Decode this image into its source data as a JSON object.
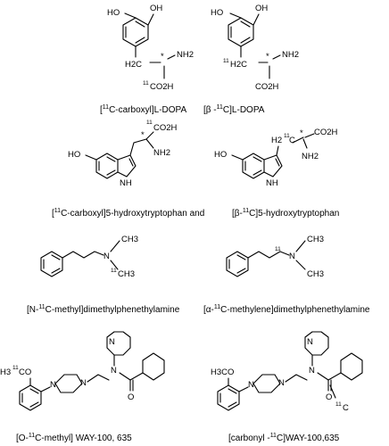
{
  "molecules": [
    {
      "caption": {
        "pre": "[",
        "sup": "11",
        "post": "C-carboxyl]L-DOPA"
      },
      "labels": {
        "oh_top": "OH",
        "oh_left": "HO",
        "ch2": "H2C",
        "star": "*",
        "nh2": "NH2",
        "cooh_sup": "11",
        "cooh": "CO2H"
      }
    },
    {
      "caption": {
        "pre": "[β -",
        "sup": "11",
        "post": "C]L-DOPA"
      },
      "labels": {
        "oh_top": "OH",
        "oh_left": "HO",
        "ch2_sup": "11",
        "ch2": "H2C",
        "star": "*",
        "nh2": "NH2",
        "cooh": "CO2H"
      }
    },
    {
      "caption": {
        "pre": "[",
        "sup": "11",
        "post": "C-carboxyl]5-hydroxytryptophan  and"
      },
      "labels": {
        "cooh_sup": "11",
        "cooh": "CO2H",
        "star": "*",
        "nh2": "NH2",
        "oh": "HO",
        "nh": "NH"
      }
    },
    {
      "caption": {
        "pre": "[β-",
        "sup": "11",
        "post": "C]5-hydroxytryptophan"
      },
      "labels": {
        "ch2": "H2",
        "ch2_sup": "11",
        "ch2_c": "C",
        "star": "*",
        "cooh": "CO2H",
        "nh2": "NH2",
        "oh": "HO",
        "nh": "NH"
      }
    },
    {
      "caption": {
        "pre": "[N-",
        "sup": "11",
        "post": "C-methyl]dimethylphenethylamine"
      },
      "labels": {
        "ch3_top": "CH3",
        "n": "N",
        "ch3_bottom_sup": "11",
        "ch3_bottom": "CH3"
      }
    },
    {
      "caption": {
        "pre": "[α-",
        "sup": "11",
        "post": "C-methylene]dimethylphenethylamine"
      },
      "labels": {
        "ch3_top": "CH3",
        "ch2_sup": "11",
        "n": "N",
        "ch3_bottom": "CH3"
      }
    },
    {
      "caption": {
        "pre": "[O-",
        "sup": "11",
        "post": "C-methyl] WAY-100, 635"
      },
      "labels": {
        "methoxy_h": "H3",
        "methoxy_sup": "11",
        "methoxy": "CO",
        "pyr_n": "N",
        "pip_n1": "N",
        "pip_n2": "N",
        "amide_n": "N",
        "carbonyl_o": "O"
      }
    },
    {
      "caption": {
        "pre": "[carbonyl -",
        "sup": "11",
        "post": "C]WAY-100,635"
      },
      "labels": {
        "methoxy": "H3CO",
        "pyr_n": "N",
        "pip_n1": "N",
        "pip_n2": "N",
        "amide_n": "N",
        "carbonyl_o": "O",
        "label_sup": "11",
        "label_c": "C"
      }
    }
  ]
}
